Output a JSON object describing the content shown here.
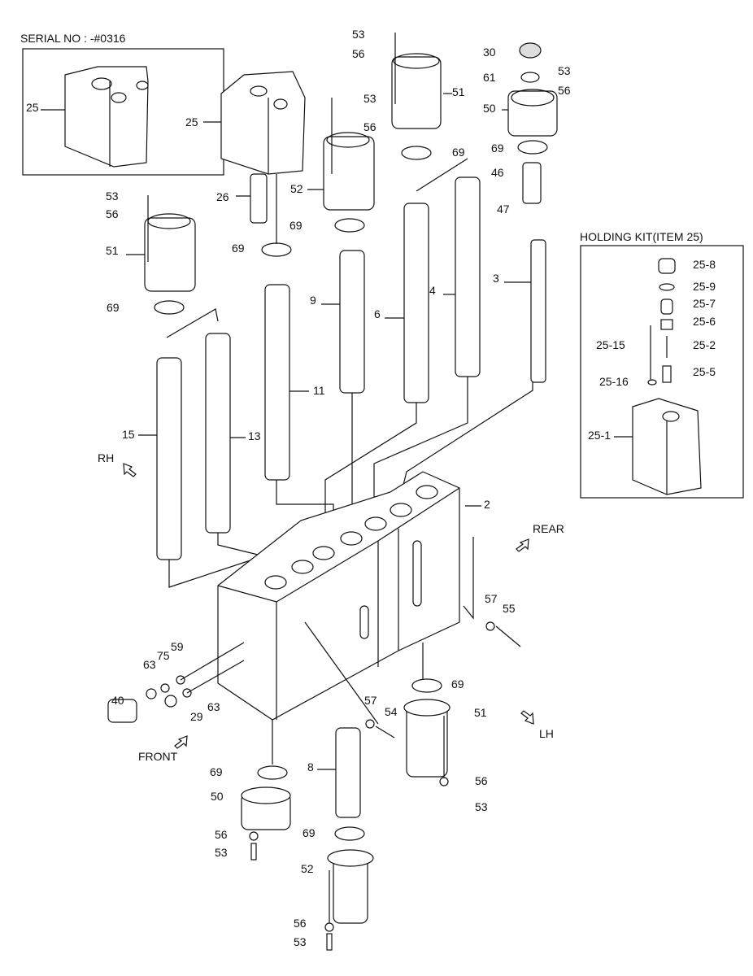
{
  "inset_serial": {
    "title": "SERIAL NO : -#0316"
  },
  "holding_kit": {
    "title": "HOLDING KIT(ITEM 25)"
  },
  "directions": {
    "rh": "RH",
    "rear": "REAR",
    "front": "FRONT",
    "lh": "LH"
  },
  "callouts": [
    "25",
    "53",
    "56",
    "51",
    "30",
    "61",
    "53",
    "56",
    "50",
    "69",
    "46",
    "47",
    "3",
    "25",
    "53",
    "56",
    "52",
    "26",
    "69",
    "53",
    "56",
    "51",
    "69",
    "69",
    "9",
    "6",
    "4",
    "69",
    "11",
    "15",
    "13",
    "2",
    "57",
    "55",
    "40",
    "63",
    "75",
    "59",
    "29",
    "63",
    "57",
    "54",
    "51",
    "69",
    "69",
    "8",
    "50",
    "56",
    "53",
    "56",
    "53",
    "69",
    "52",
    "56",
    "53",
    "25-8",
    "25-9",
    "25-7",
    "25-6",
    "25-15",
    "25-2",
    "25-16",
    "25-5",
    "25-1"
  ]
}
